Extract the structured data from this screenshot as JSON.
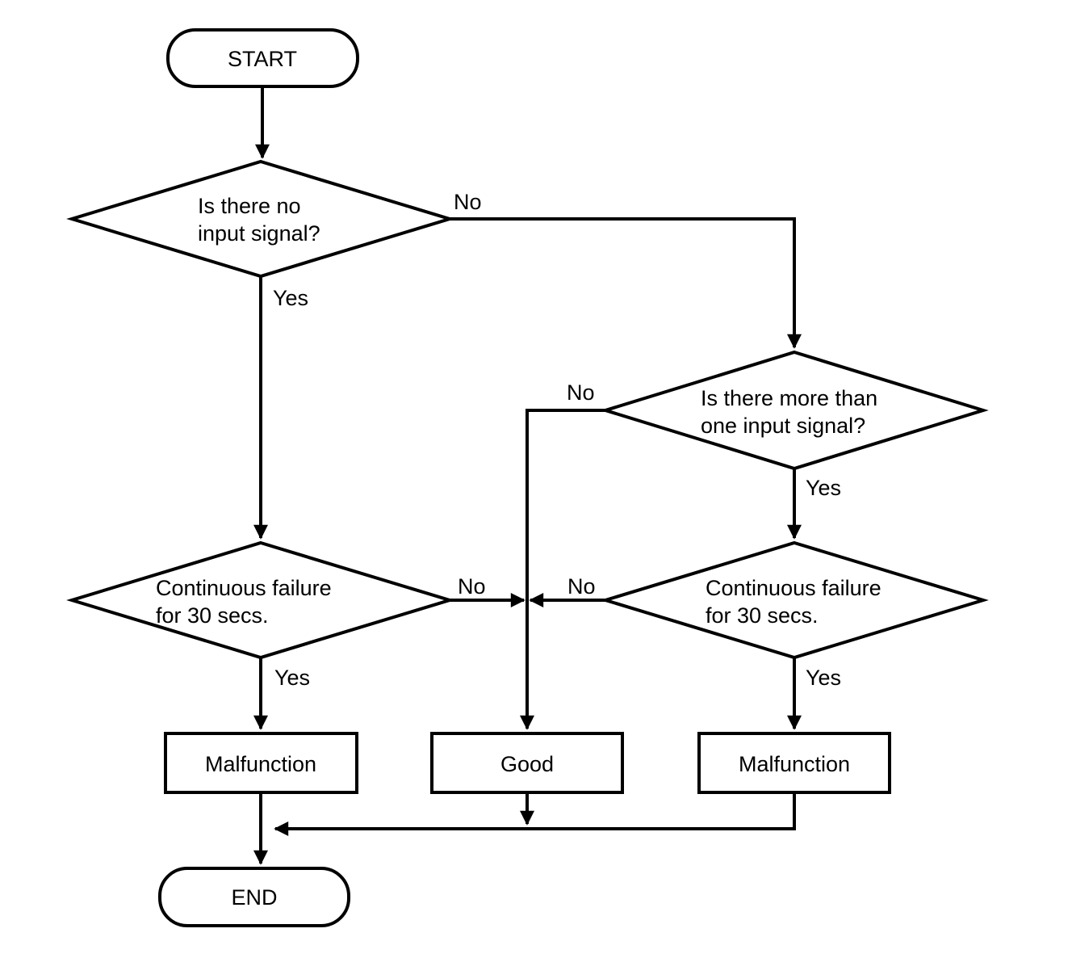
{
  "diagram": {
    "background_color": "#ffffff",
    "line_color": "#000000",
    "nodes": {
      "start": {
        "label": "START"
      },
      "no_input": {
        "line1": "Is there no",
        "line2": "input signal?"
      },
      "more_than_one": {
        "line1": "Is there more than",
        "line2": "one input signal?"
      },
      "fail30_left": {
        "line1": "Continuous failure",
        "line2": "for 30 secs."
      },
      "fail30_right": {
        "line1": "Continuous failure",
        "line2": "for 30 secs."
      },
      "malfunction_left": {
        "label": "Malfunction"
      },
      "good": {
        "label": "Good"
      },
      "malfunction_right": {
        "label": "Malfunction"
      },
      "end": {
        "label": "END"
      }
    },
    "edge_labels": {
      "no_input_no": "No",
      "no_input_yes": "Yes",
      "more_than_one_no": "No",
      "more_than_one_yes": "Yes",
      "fail30_left_no": "No",
      "fail30_left_yes": "Yes",
      "fail30_right_no": "No",
      "fail30_right_yes": "Yes"
    }
  }
}
